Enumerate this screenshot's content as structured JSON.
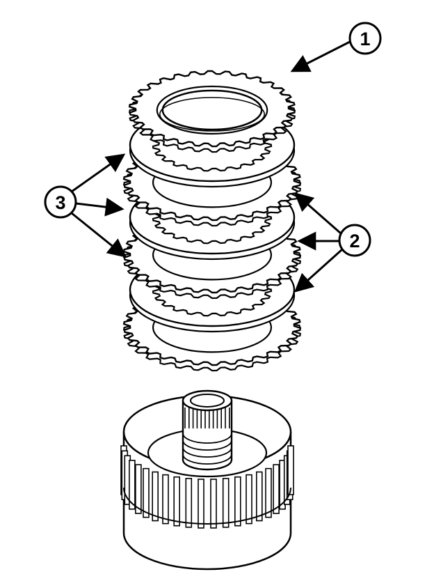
{
  "callouts": [
    {
      "id": "1",
      "label": "1"
    },
    {
      "id": "2",
      "label": "2"
    },
    {
      "id": "3",
      "label": "3"
    }
  ],
  "colors": {
    "ink": "#000000",
    "paper": "#ffffff"
  },
  "plate_stack": {
    "steel_plates": 3,
    "friction_plates": 3
  }
}
